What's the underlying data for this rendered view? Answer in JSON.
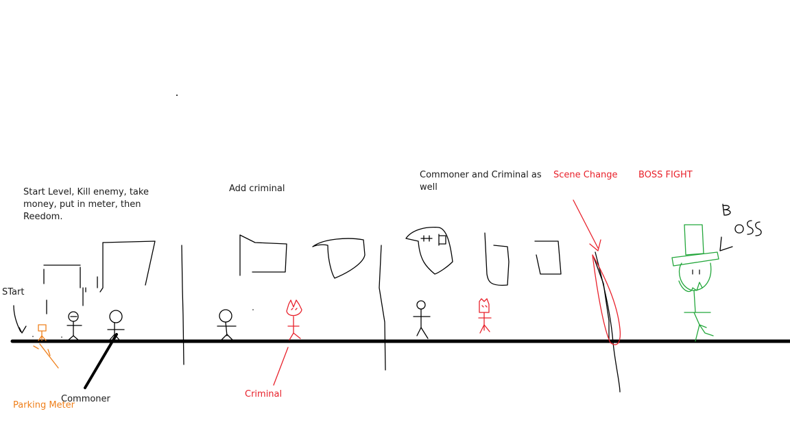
{
  "notes": {
    "start_level": "Start Level, Kill enemy, take\nmoney, put in meter, then\nReedom.",
    "add_criminal": "Add criminal",
    "commoner_and_criminal": "Commoner and Criminal as\nwell",
    "scene_change": "Scene Change",
    "boss_fight": "BOSS FIGHT",
    "start": "STart",
    "parking_meter": "Parking Meter",
    "commoner": "Commoner",
    "criminal": "Criminal",
    "boss_handwritten": "Boss"
  },
  "colors": {
    "ink": "#000000",
    "criminal": "#e8202a",
    "parking_meter": "#ef7f1a",
    "boss": "#22a63a"
  }
}
